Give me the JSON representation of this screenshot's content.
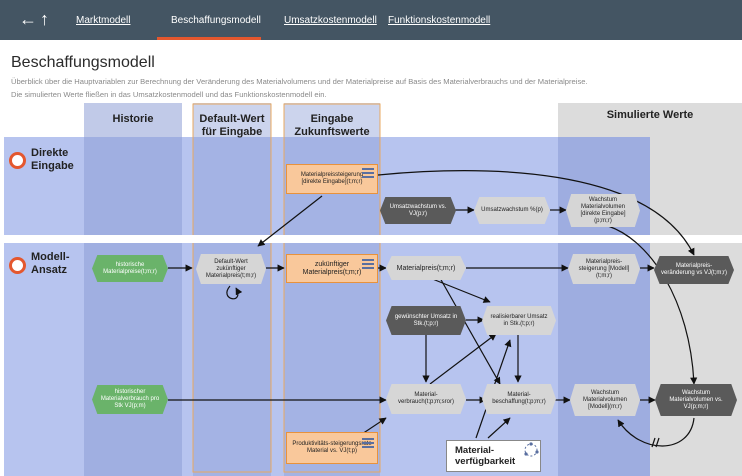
{
  "header": {
    "back_icon": "arrow-left-icon",
    "up_icon": "arrow-up-icon",
    "tabs": [
      {
        "label": "Marktmodell",
        "active": false
      },
      {
        "label": "Beschaffungsmodell",
        "active": true
      },
      {
        "label": "Umsatzkostenmodell",
        "active": false
      },
      {
        "label": "Funktionskostenmodell",
        "active": false
      }
    ]
  },
  "page": {
    "title": "Beschaffungsmodell",
    "description_1": "Überblick über die Hauptvariablen zur Berechnung der Veränderung des Materialvolumens und der Materialpreise auf Basis des Materialverbrauchs und der Materialpreise.",
    "description_2": "Die simulierten Werte fließen in das Umsatzkostenmodell und das Funktionskostenmodell ein."
  },
  "columns": {
    "historie": "Historie",
    "default_1": "Default-Wert",
    "default_2": "für Eingabe",
    "eingabe_1": "Eingabe",
    "eingabe_2": "Zukunftswerte",
    "simuliert": "Simulierte Werte"
  },
  "rows": {
    "direkte_1": "Direkte",
    "direkte_2": "Eingabe",
    "modell_1": "Modell-",
    "modell_2": "Ansatz"
  },
  "nodes": {
    "materialpreissteigerung_direkt": "Materialpreissteigerung [direkte Eingabe](t;m;r)",
    "umsatzwachstum_vj": "Umsatzwachstum vs. VJ(p;r)",
    "umsatzwachstum_p": "Umsatzwachstum %(p)",
    "wachstum_materialvolumen_direkt": "Wachstum Materialvolumen [direkte Eingabe](p;m;r)",
    "historische_materialpreise": "historische Materialpreise(t;m;r)",
    "default_zukuenftiger_preis": "Default-Wert zukünftiger Materialpreis(t;m;r)",
    "zukuenftiger_materialpreis": "zukünftiger Materialpreis(t;m;r)",
    "materialpreis": "Materialpreis(t;m;r)",
    "materialpreissteigerung_modell": "Materialpreis-steigerung [Modell](t;m;r)",
    "materialpreisveraenderung": "Materialpreis-veränderung vs VJ(t;m;r)",
    "gewuenschter_umsatz": "gewünschter Umsatz in Stk.(t;p;r)",
    "realisierbarer_umsatz": "realisierbarer Umsatz in Stk.(t;p;r)",
    "historischer_materialverbrauch": "historischer Materialverbrauch pro Stk VJ(p;m)",
    "materialverbrauch": "Material-verbrauch(t;p;m;sror)",
    "materialbeschaffung": "Material-beschaffung(t;p;m;r)",
    "wachstum_materialvolumen_modell": "Wachstum Materialvolumen [Modell](m;r)",
    "wachstum_materialvolumen_vj": "Wachstum Materialvolumen vs. VJ(p;m;r)",
    "produktivitaetssteigerung": "Produktivitäts-steigerungsrate Material vs. VJ(t;p)",
    "materialverfuegbarkeit_1": "Material-",
    "materialverfuegbarkeit_2": "verfügbarkeit"
  },
  "colors": {
    "header_bg": "#445563",
    "accent": "#e4572e",
    "band_blue": "#b7c4ef",
    "band_blue_dark": "#8e9fd6",
    "column_grey": "#dcdcdc",
    "node_green": "#6ab36a",
    "node_orange": "#f9c89b",
    "node_grey": "#d6d6d6",
    "node_dark": "#5a5a5a"
  }
}
